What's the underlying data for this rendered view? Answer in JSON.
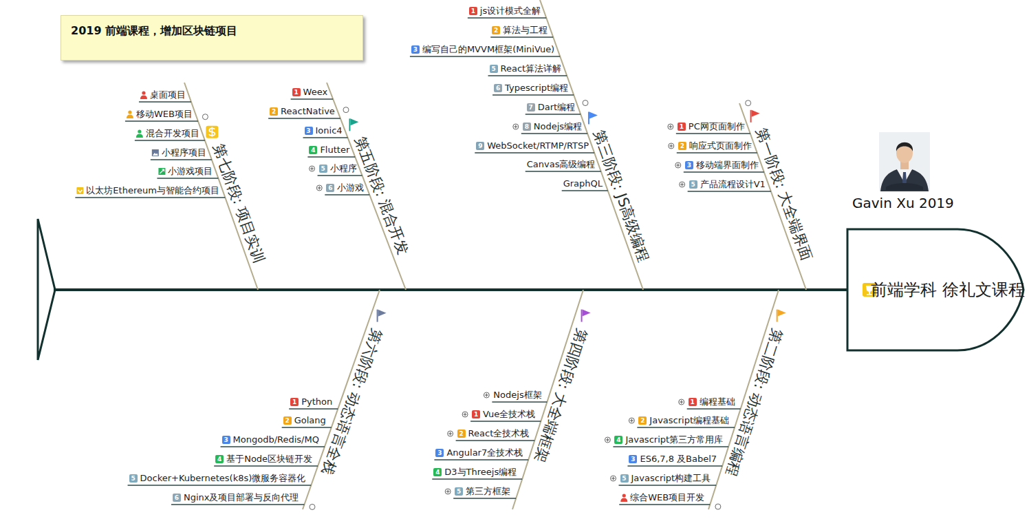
{
  "diagram": {
    "title": "2019 前端课程，增加区块链项目",
    "nodes": [
      {
        "text": [
          "前端学科 徐礼文课程"
        ]
      },
      {
        "text": [
          "1",
          "PC网页面制作"
        ]
      },
      {
        "text": [
          "2",
          "响应式页面制作"
        ]
      },
      {
        "text": [
          "3",
          "移动端界面制作"
        ]
      },
      {
        "text": [
          "5",
          "产品流程设计V1"
        ]
      },
      {
        "text": [
          "1",
          "编程基础"
        ]
      },
      {
        "text": [
          "2",
          "Javascript编程基础"
        ]
      },
      {
        "text": [
          "4",
          "Javascript第三方常用库"
        ]
      },
      {
        "text": [
          "3",
          "ES6,7,8 及Babel7"
        ]
      },
      {
        "text": [
          "5",
          "Javascript构建工具"
        ]
      },
      {
        "text": [
          "1",
          "js设计模式全解"
        ]
      },
      {
        "text": [
          "2",
          "算法与工程"
        ]
      },
      {
        "text": [
          "3",
          "编写自己的MVVM框架(MiniVue)"
        ]
      },
      {
        "text": [
          "5",
          "React算法详解"
        ]
      },
      {
        "text": [
          "6",
          "Typescript编程"
        ]
      },
      {
        "text": [
          "7",
          "Dart编程"
        ]
      },
      {
        "text": [
          "8",
          "Nodejs编程"
        ]
      },
      {
        "text": [
          "9",
          "WebSocket/RTMP/RTSP"
        ]
      },
      {
        "text": [
          "1",
          "Vue全技术栈"
        ]
      },
      {
        "text": [
          "2",
          "React全技术栈"
        ]
      },
      {
        "text": [
          "3",
          "Angular7全技术栈"
        ]
      },
      {
        "text": [
          "4",
          "D3与Threejs编程"
        ]
      },
      {
        "text": [
          "5",
          "第三方框架"
        ]
      },
      {
        "text": [
          "1",
          "Weex"
        ]
      },
      {
        "text": [
          "2",
          "ReactNative"
        ]
      },
      {
        "text": [
          "3",
          "Ionic4"
        ]
      },
      {
        "text": [
          "4",
          "Flutter"
        ]
      },
      {
        "text": [
          "5",
          "小程序"
        ]
      },
      {
        "text": [
          "6",
          "小游戏"
        ]
      },
      {
        "text": [
          "1",
          "Python"
        ]
      },
      {
        "text": [
          "2",
          "Golang"
        ]
      },
      {
        "text": [
          "3",
          "Mongodb/Redis/MQ"
        ]
      },
      {
        "text": [
          "4",
          "基于Node区块链开发"
        ]
      },
      {
        "text": [
          "5",
          "Docker+Kubernetes(k8s)微服务容器化"
        ]
      },
      {
        "text": [
          "6",
          "Nginx及项目部署与反向代理"
        ]
      }
    ],
    "labels": [
      "第一阶段: 大全端界面",
      "第二阶段: 动态语言编程",
      "第三阶段: JS高级编程",
      "Canvas高级编程",
      "GraphQL",
      "第四阶段: 大全端框架",
      "Nodejs框架",
      "第五阶段: 混合开发",
      "第六阶段: 动态语言全栈",
      "第七阶段: 项目实训",
      "桌面项目",
      "移动WEB项目",
      "混合开发项目",
      "小程序项目",
      "小游戏项目",
      "以太坊Ethereum与智能合约项目",
      "综合WEB项目开发",
      "Gavin Xu 2019"
    ]
  }
}
